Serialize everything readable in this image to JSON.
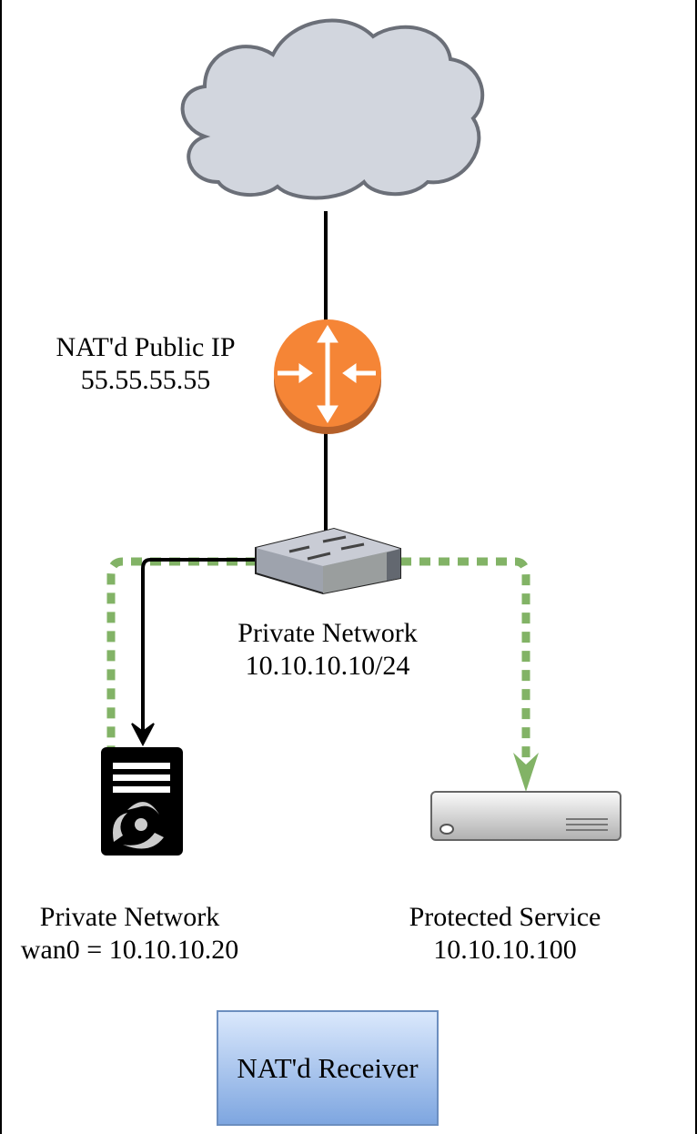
{
  "router_label": {
    "line1": "NAT'd Public IP",
    "line2": "55.55.55.55"
  },
  "switch_label": {
    "line1": "Private Network",
    "line2": "10.10.10.10/24"
  },
  "receiver_label": {
    "line1": "Private Network",
    "line2": "wan0 = 10.10.10.20"
  },
  "service_label": {
    "line1": "Protected Service",
    "line2": "10.10.10.100"
  },
  "receiver_box": "NAT'd Receiver",
  "colors": {
    "router": "#f58536",
    "flow": "#82b366",
    "box_border": "#6c8ebf",
    "cloud": "#d2d6de"
  }
}
